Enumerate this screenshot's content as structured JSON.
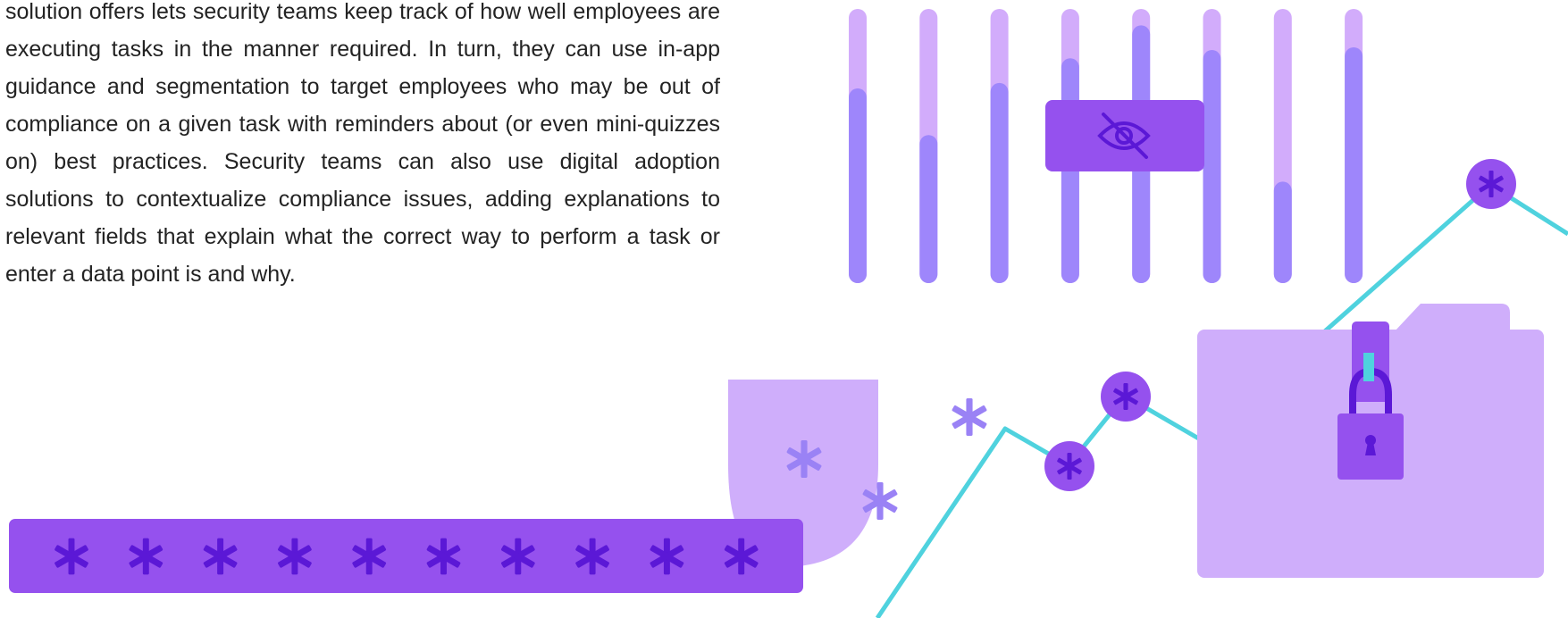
{
  "paragraph": {
    "text": "solution offers lets security teams keep track of how well employees are executing tasks in the manner required. In turn, they can use in-app guidance and segmentation to target employees who may be out of compliance on a given task with reminders about (or even mini-quizzes on) best practices. Security teams can also use digital adoption solutions to contextualize compliance issues, adding explanations to relevant fields that explain what the correct way to perform a task or enter a data point is and why."
  },
  "illustration": {
    "password_field": {
      "masked_chars": [
        "*",
        "*",
        "*",
        "*",
        "*",
        "*",
        "*",
        "*",
        "*",
        "*"
      ]
    },
    "bars_fill_fraction": [
      0.71,
      0.54,
      0.73,
      0.82,
      0.94,
      0.85,
      0.37,
      0.86
    ],
    "icons": [
      "hidden-eye-icon",
      "padlock-icon",
      "folder-icon",
      "shield-icon",
      "asterisk-icon"
    ],
    "colors": {
      "purple": "#9551EE",
      "dark_purple": "#5B18D6",
      "lavender": "#CFAEFB",
      "bar_dark": "#9E86FB",
      "bar_light": "#D2ACFB",
      "cyan": "#4FD2DE",
      "asterisk_light": "#9A82F5"
    }
  }
}
